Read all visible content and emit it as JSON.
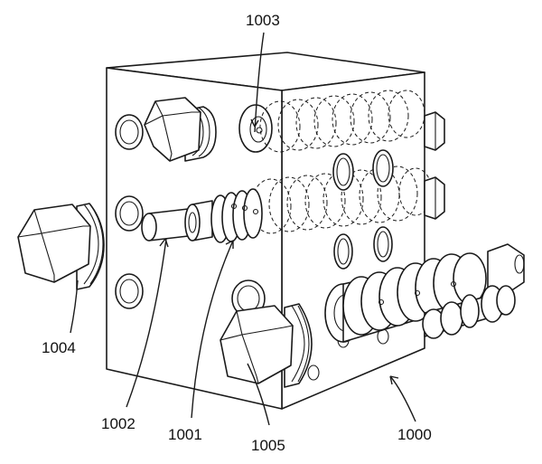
{
  "diagram": {
    "colors": {
      "line": "#1a1a1a",
      "background": "#ffffff"
    },
    "reference_numerals": {
      "block": "1000",
      "valve_spool": "1001",
      "piston": "1002",
      "bore": "1003",
      "left_plug": "1004",
      "front_plug": "1005"
    }
  }
}
